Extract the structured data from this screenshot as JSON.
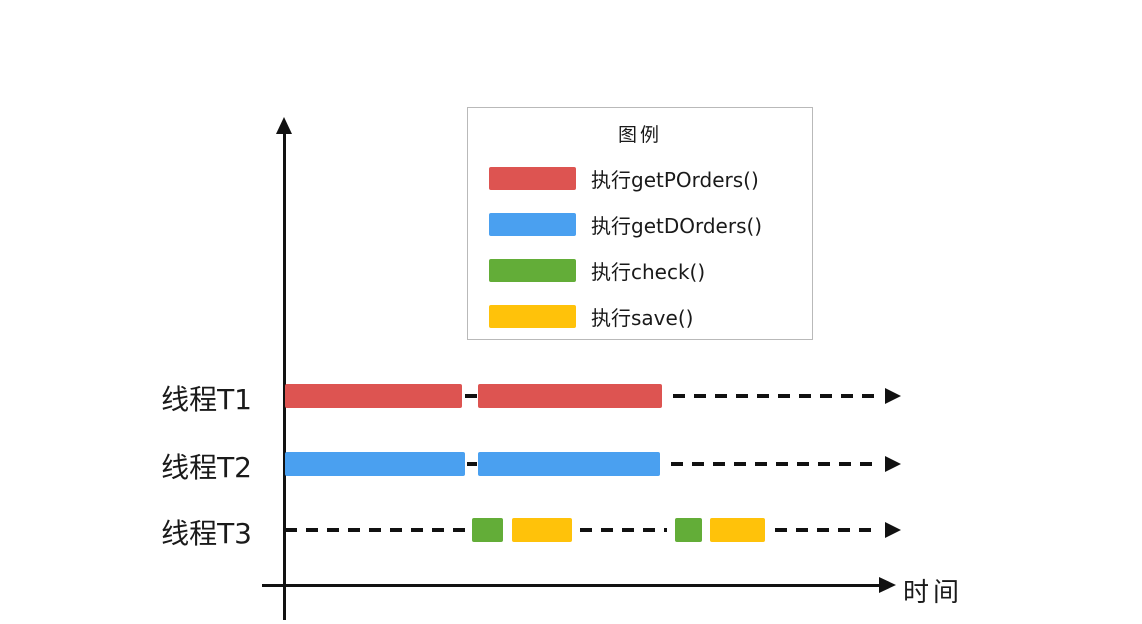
{
  "colors": {
    "red": "#DD5451",
    "blue": "#4AA0F0",
    "green": "#63AD38",
    "yellow": "#FFC20A",
    "axis": "#111111"
  },
  "legend": {
    "title": "图例",
    "items": [
      {
        "id": "getPOrders",
        "label": "执行getPOrders()",
        "color": "red"
      },
      {
        "id": "getDOrders",
        "label": "执行getDOrders()",
        "color": "blue"
      },
      {
        "id": "check",
        "label": "执行check()",
        "color": "green"
      },
      {
        "id": "save",
        "label": "执行save()",
        "color": "yellow"
      }
    ]
  },
  "axis": {
    "time_label": "时间"
  },
  "rows": [
    {
      "label": "线程T1",
      "arrow": true,
      "segments": [
        {
          "kind": "bar",
          "color": "red",
          "start": 0,
          "end": 29.5
        },
        {
          "kind": "dash",
          "start": 30.0,
          "end": 32.0
        },
        {
          "kind": "bar",
          "color": "red",
          "start": 32.2,
          "end": 62.8
        },
        {
          "kind": "dash",
          "start": 64.7,
          "end": 98.3
        }
      ]
    },
    {
      "label": "线程T2",
      "arrow": true,
      "segments": [
        {
          "kind": "bar",
          "color": "blue",
          "start": 0,
          "end": 30.0
        },
        {
          "kind": "dash",
          "start": 30.4,
          "end": 32.0
        },
        {
          "kind": "bar",
          "color": "blue",
          "start": 32.2,
          "end": 62.5
        },
        {
          "kind": "dash",
          "start": 64.3,
          "end": 98.3
        }
      ]
    },
    {
      "label": "线程T3",
      "arrow": true,
      "segments": [
        {
          "kind": "dash",
          "start": 0,
          "end": 30.8
        },
        {
          "kind": "bar",
          "color": "green",
          "start": 31.2,
          "end": 36.3
        },
        {
          "kind": "bar",
          "color": "yellow",
          "start": 37.8,
          "end": 47.8
        },
        {
          "kind": "dash",
          "start": 49.2,
          "end": 63.7
        },
        {
          "kind": "bar",
          "color": "green",
          "start": 65.0,
          "end": 69.5
        },
        {
          "kind": "bar",
          "color": "yellow",
          "start": 70.8,
          "end": 80.0
        },
        {
          "kind": "dash",
          "start": 81.7,
          "end": 98.3
        }
      ]
    }
  ]
}
